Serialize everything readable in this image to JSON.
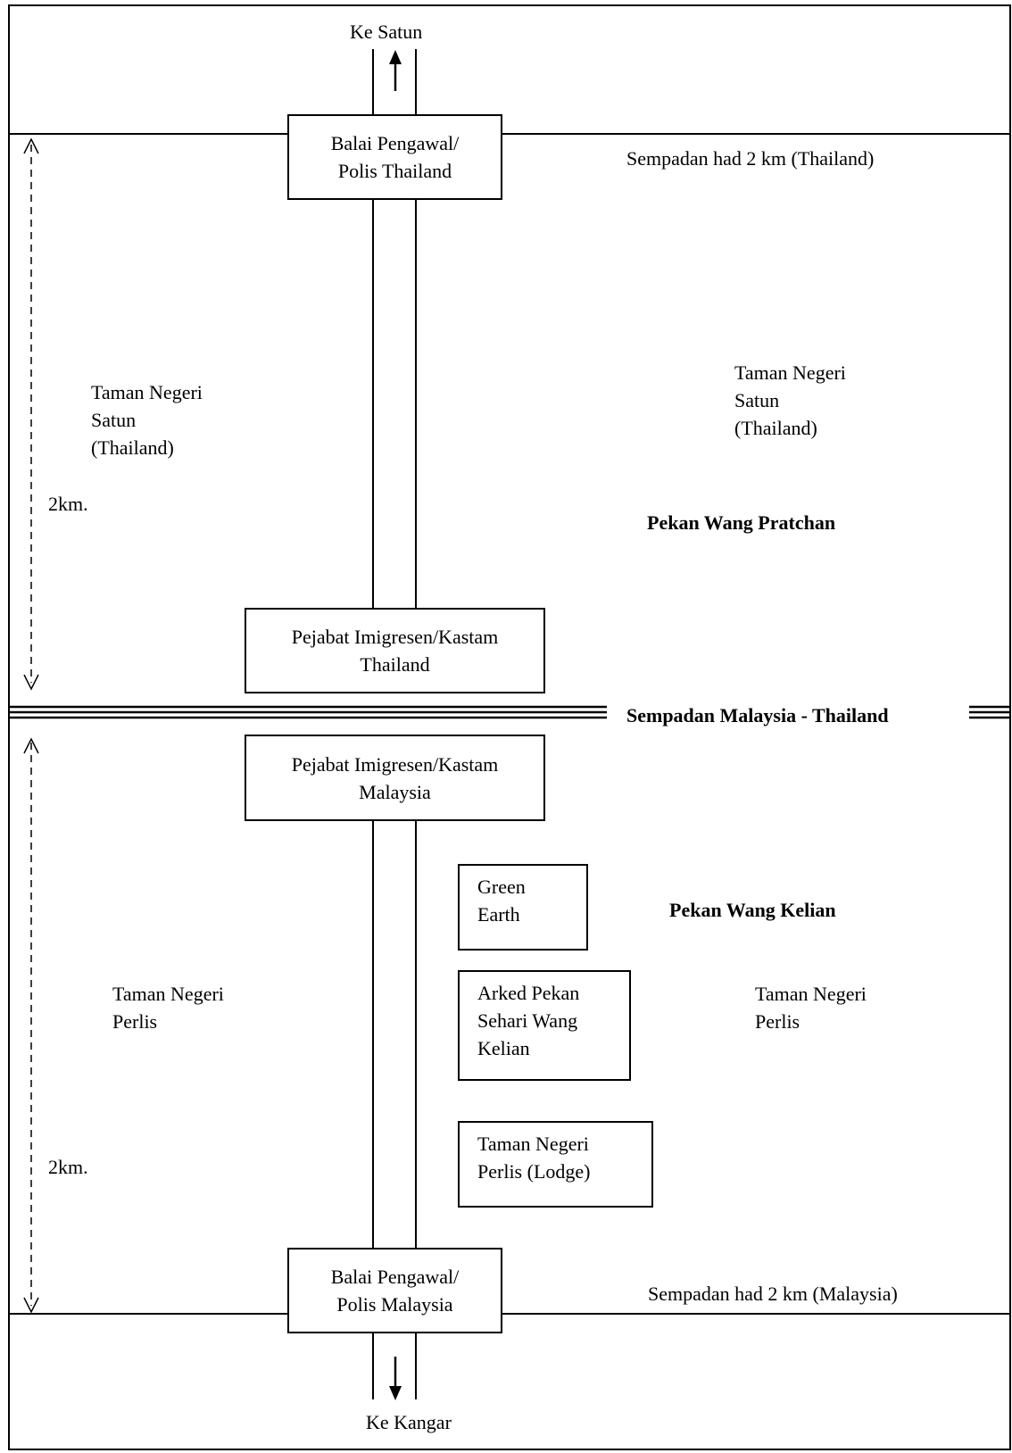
{
  "labels": {
    "to_satun": "Ke Satun",
    "to_kangar": "Ke Kangar",
    "limit_thailand": "Sempadan had 2 km (Thailand)",
    "limit_malaysia": "Sempadan had 2 km (Malaysia)",
    "border": "Sempadan Malaysia - Thailand",
    "distance_top": "2km.",
    "distance_bottom": "2km.",
    "park_satun_left": "Taman Negeri\nSatun\n(Thailand)",
    "park_satun_right": "Taman Negeri\nSatun\n(Thailand)",
    "town_thailand": "Pekan Wang Pratchan",
    "town_malaysia": "Pekan Wang Kelian",
    "park_perlis_left": "Taman Negeri\nPerlis",
    "park_perlis_right": "Taman Negeri\nPerlis"
  },
  "boxes": {
    "police_thailand": "Balai Pengawal/\nPolis Thailand",
    "immigration_thailand": "Pejabat Imigresen/Kastam\nThailand",
    "immigration_malaysia": "Pejabat Imigresen/Kastam\nMalaysia",
    "green_earth": "Green\nEarth",
    "arked": "Arked Pekan\nSehari Wang\nKelian",
    "lodge": "Taman Negeri\nPerlis (Lodge)",
    "police_malaysia": "Balai Pengawal/\nPolis Malaysia"
  }
}
